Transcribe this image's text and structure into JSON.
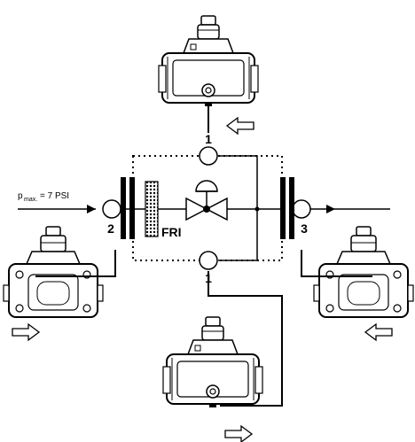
{
  "labels": {
    "port_top": "1",
    "port_bottom": "1",
    "port_left": "2",
    "port_right": "3",
    "fri": "FRI",
    "pressure_main": "p",
    "pressure_sub": "max.",
    "pressure_value": "= 7 PSI"
  },
  "components": {
    "top": "pressure-switch-device",
    "left": "pressure-switch-device",
    "right": "pressure-switch-device",
    "bottom": "pressure-switch-device"
  },
  "arrows": {
    "top_device": "left",
    "left_device": "right",
    "right_device": "left",
    "bottom_device": "right"
  },
  "colors": {
    "line": "#000000",
    "background": "#ffffff",
    "device_fill": "#ffffff"
  }
}
